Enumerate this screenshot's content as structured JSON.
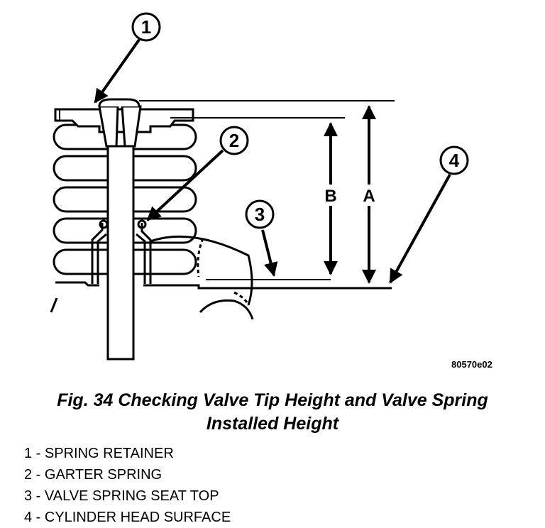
{
  "callouts": [
    "1",
    "2",
    "3",
    "4"
  ],
  "dimensions": {
    "a": "A",
    "b": "B"
  },
  "figure_code": "80570e02",
  "caption": {
    "line1": "Fig. 34 Checking Valve Tip Height and Valve Spring",
    "line2": "Installed Height"
  },
  "legend": [
    "1 - SPRING RETAINER",
    "2 - GARTER SPRING",
    "3 - VALVE SPRING SEAT TOP",
    "4 - CYLINDER HEAD SURFACE"
  ]
}
